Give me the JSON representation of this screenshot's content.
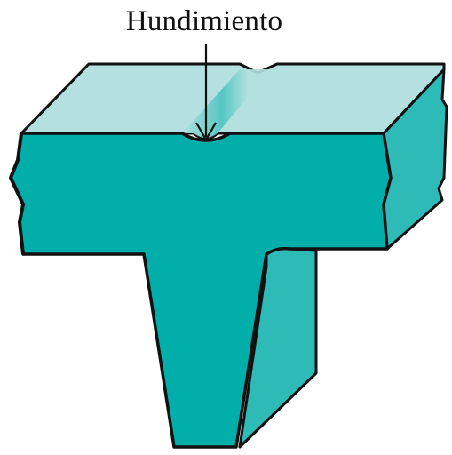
{
  "annotation": {
    "label": "Hundimiento"
  },
  "colors": {
    "front_face": "#02AEAA",
    "top_face": "#B4E1E0",
    "side_face": "#2EBBB7",
    "dent_highlight": "#4CC4C1",
    "outline": "#111111",
    "background": "#FFFFFF"
  },
  "figure": {
    "shape": "T-beam cross-section with surface sinking defect",
    "defect": "sink-mark"
  }
}
